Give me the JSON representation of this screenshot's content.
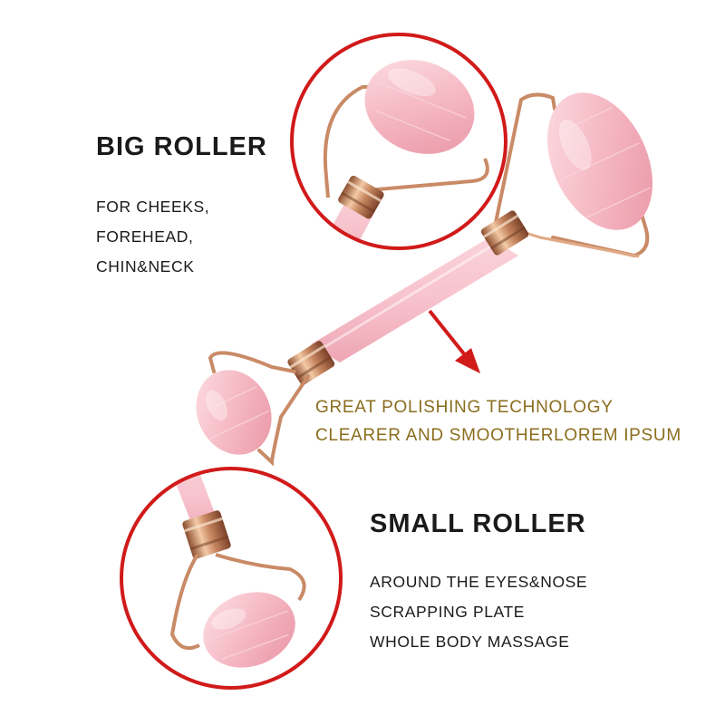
{
  "big_roller": {
    "title": "BIG ROLLER",
    "uses": [
      "FOR CHEEKS,",
      "FOREHEAD,",
      "CHIN&NECK"
    ]
  },
  "technology": {
    "lines": [
      "GREAT POLISHING TECHNOLOGY",
      "CLEARER AND SMOOTHERLOREM IPSUM"
    ]
  },
  "small_roller": {
    "title": "SMALL ROLLER",
    "uses": [
      "AROUND THE EYES&NOSE",
      "SCRAPPING PLATE",
      "WHOLE BODY MASSAGE"
    ]
  },
  "colors": {
    "background": "#ffffff",
    "text": "#1a1a1a",
    "accent_red": "#d11a1a",
    "technology_text": "#8a6d1e",
    "rose_quartz": "#f4b8c1",
    "rose_gold": "#d9a07a"
  }
}
